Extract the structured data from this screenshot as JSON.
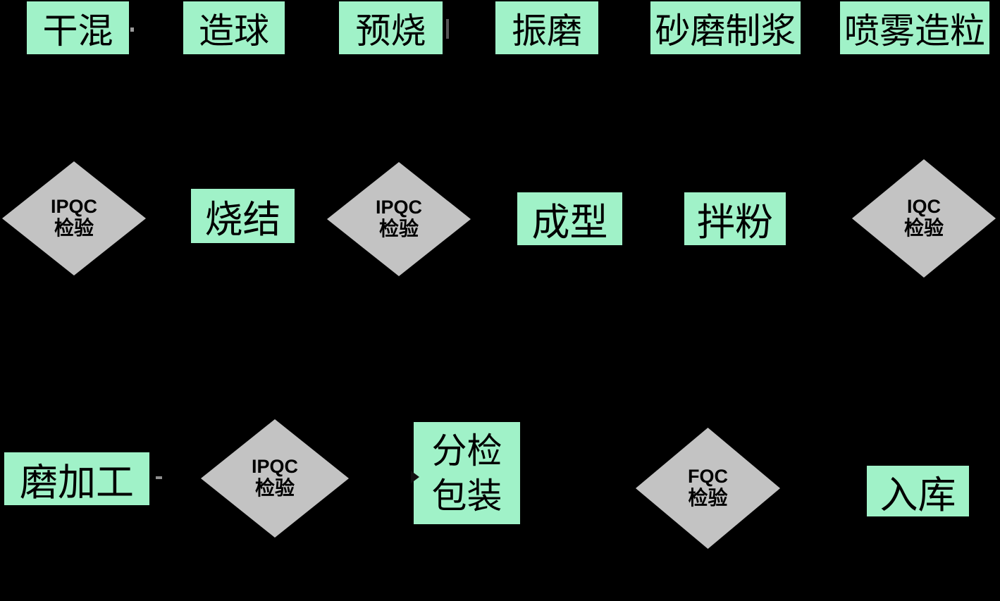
{
  "palette": {
    "canvas_bg": "#000000",
    "process_fill": "#A0F2C8",
    "inspection_fill": "#C3C3C3",
    "text_color": "#000000"
  },
  "processes": {
    "dry_mix": "干混",
    "ball_making": "造球",
    "pre_sinter": "预烧",
    "vibration_mill": "振磨",
    "sand_mill_slurry": "砂磨制浆",
    "spray_granulation": "喷雾造粒",
    "sintering": "烧结",
    "molding": "成型",
    "powder_mixing": "拌粉",
    "grinding": "磨加工",
    "sorting_line1": "分检",
    "sorting_line2": "包装",
    "warehousing": "入库"
  },
  "inspections": {
    "ipqc_left": {
      "code": "IPQC",
      "label": "检验"
    },
    "ipqc_mid": {
      "code": "IPQC",
      "label": "检验"
    },
    "iqc": {
      "code": "IQC",
      "label": "检验"
    },
    "ipqc_bottom": {
      "code": "IPQC",
      "label": "检验"
    },
    "fqc": {
      "code": "FQC",
      "label": "检验"
    }
  }
}
